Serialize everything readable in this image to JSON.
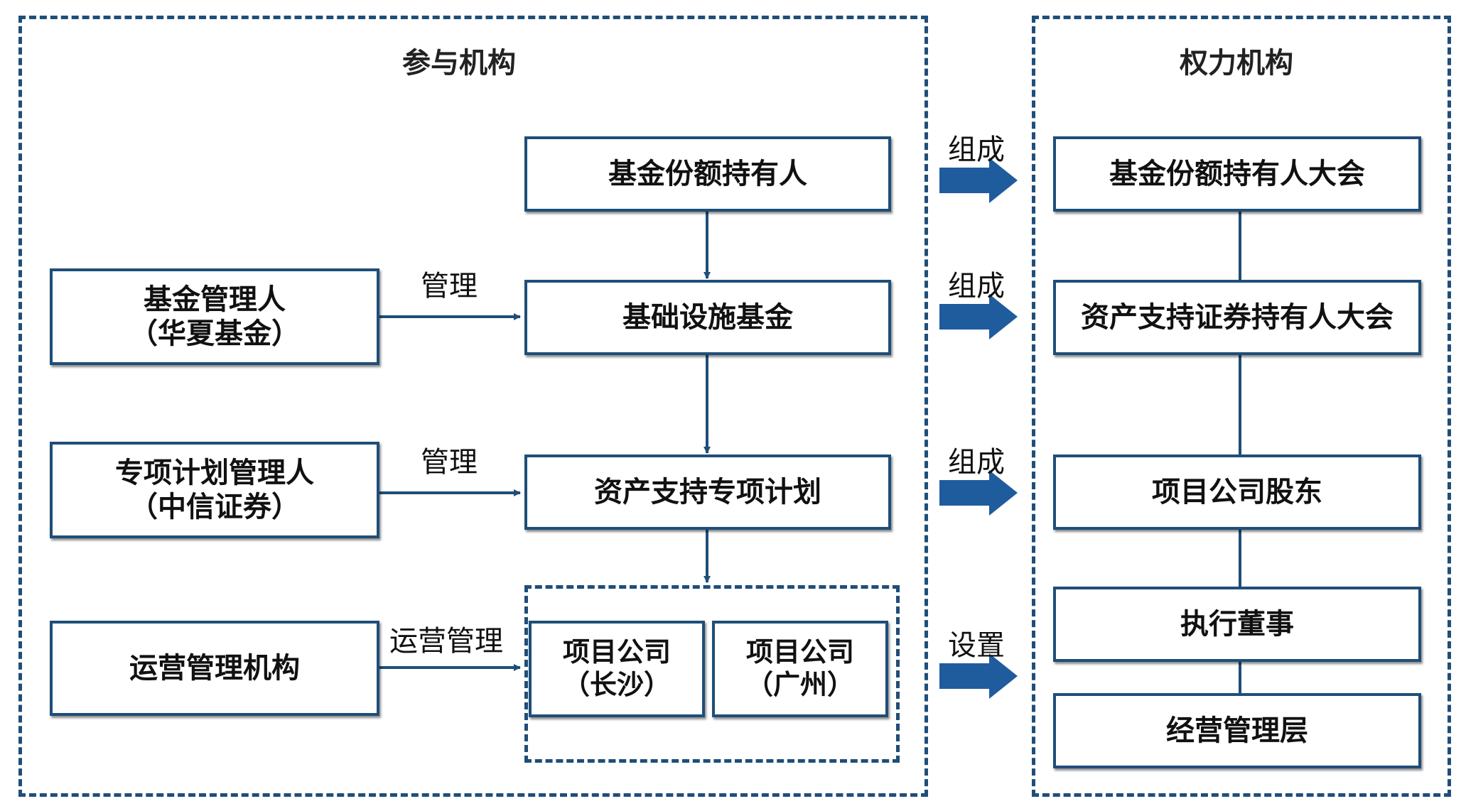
{
  "participants": {
    "title": "参与机构",
    "fund_holders": "基金份额持有人",
    "infra_fund": "基础设施基金",
    "abs_plan": "资产支持专项计划",
    "fund_manager": {
      "line1": "基金管理人",
      "line2": "（华夏基金）"
    },
    "plan_manager": {
      "line1": "专项计划管理人",
      "line2": "（中信证券）"
    },
    "ops_manager": "运营管理机构",
    "project_changsha": {
      "line1": "项目公司",
      "line2": "（长沙）"
    },
    "project_guangzhou": {
      "line1": "项目公司",
      "line2": "（广州）"
    },
    "edge_manage_1": "管理",
    "edge_manage_2": "管理",
    "edge_ops_manage": "运营管理"
  },
  "authority": {
    "title": "权力机构",
    "holders_meeting": "基金份额持有人大会",
    "abs_holders_meeting": "资产支持证券持有人大会",
    "shareholder": "项目公司股东",
    "exec_director": "执行董事",
    "management": "经营管理层"
  },
  "arrows": {
    "compose_1": "组成",
    "compose_2": "组成",
    "compose_3": "组成",
    "setup": "设置"
  },
  "colors": {
    "border": "#1f4e79",
    "arrow": "#1f5c9e"
  }
}
